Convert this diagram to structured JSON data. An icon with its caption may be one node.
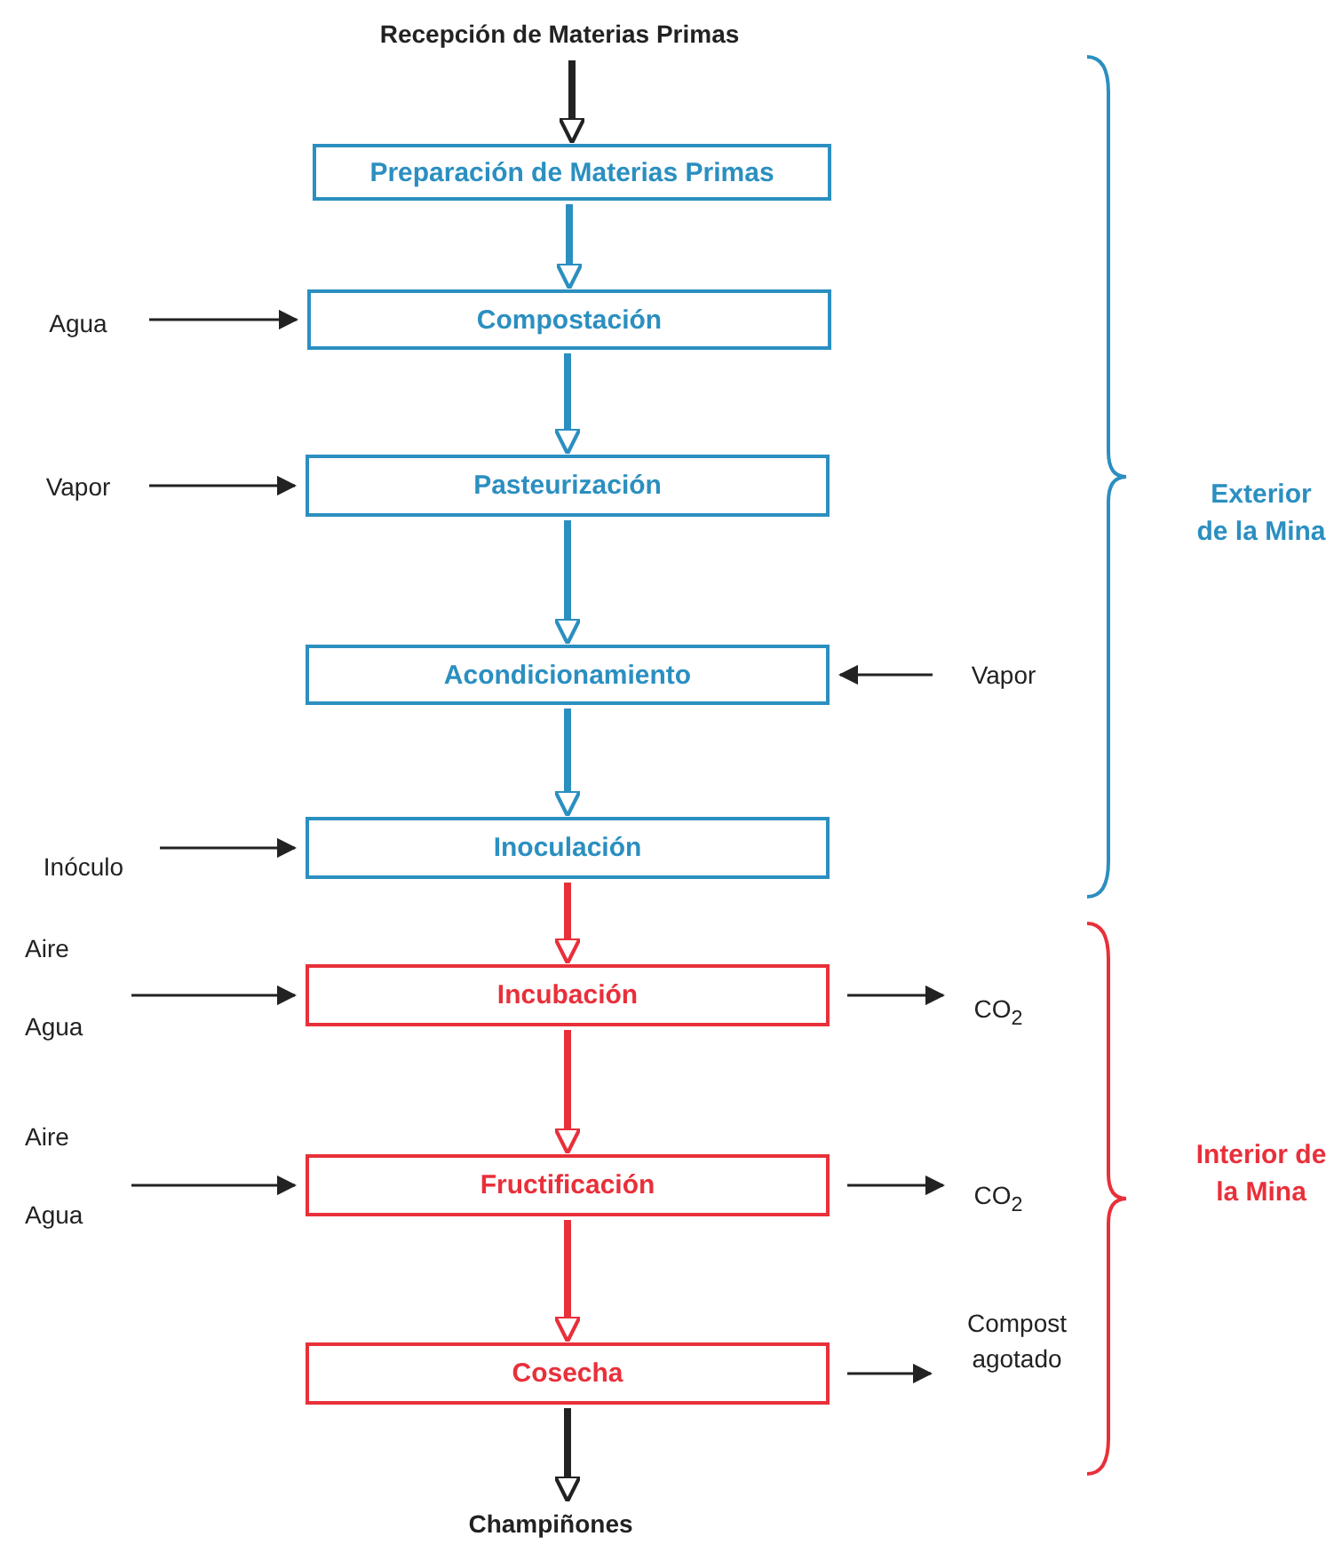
{
  "diagram": {
    "nodes": [
      {
        "text": [
          "Recepción de Materias Primas"
        ]
      },
      {
        "text": [
          "Preparación de Materias Primas"
        ]
      },
      {
        "text": [
          "Compostación"
        ]
      },
      {
        "text": [
          "Pasteurización"
        ]
      },
      {
        "text": [
          "Acondicionamiento"
        ]
      },
      {
        "text": [
          "Inoculación"
        ]
      },
      {
        "text": [
          "Incubación"
        ]
      },
      {
        "text": [
          "Fructificación"
        ]
      },
      {
        "text": [
          "Cosecha"
        ]
      },
      {
        "text": [
          "Champiñones"
        ]
      },
      {
        "text": [
          "Agua"
        ]
      },
      {
        "text": [
          "Vapor"
        ]
      },
      {
        "text": [
          "Vapor"
        ]
      },
      {
        "text": [
          "Inóculo"
        ]
      },
      {
        "text": [
          "Aire",
          "Agua"
        ]
      },
      {
        "text": [
          "CO$_{2}$"
        ]
      },
      {
        "text": [
          "Aire",
          "Agua"
        ]
      },
      {
        "text": [
          "CO$_{2}$"
        ]
      },
      {
        "text": [
          "Compost agotado"
        ]
      }
    ],
    "edges": [
      {
        "from": 0,
        "to": 1,
        "arrow": "to",
        "style": "thick"
      },
      {
        "from": 1,
        "to": 2,
        "arrow": "to",
        "style": "thick",
        "color": "#2b8fc0"
      },
      {
        "from": 2,
        "to": 3,
        "arrow": "to",
        "style": "thick",
        "color": "#2b8fc0"
      },
      {
        "from": 3,
        "to": 4,
        "arrow": "to",
        "style": "thick",
        "color": "#2b8fc0"
      },
      {
        "from": 4,
        "to": 5,
        "arrow": "to",
        "style": "thick",
        "color": "#2b8fc0"
      },
      {
        "from": 5,
        "to": 6,
        "arrow": "to",
        "style": "thick",
        "color": "#e8303a"
      },
      {
        "from": 6,
        "to": 7,
        "arrow": "to",
        "style": "thick",
        "color": "#e8303a"
      },
      {
        "from": 7,
        "to": 8,
        "arrow": "to",
        "style": "thick",
        "color": "#e8303a"
      },
      {
        "from": 8,
        "to": 9,
        "arrow": "to",
        "style": "thick"
      },
      {
        "from": 10,
        "to": 2,
        "arrow": "to"
      },
      {
        "from": 11,
        "to": 3,
        "arrow": "to"
      },
      {
        "from": 12,
        "to": 4,
        "arrow": "to"
      },
      {
        "from": 13,
        "to": 5,
        "arrow": "to"
      },
      {
        "from": 14,
        "to": 6,
        "arrow": "to"
      },
      {
        "from": 6,
        "to": 15,
        "arrow": "to"
      },
      {
        "from": 16,
        "to": 7,
        "arrow": "to"
      },
      {
        "from": 7,
        "to": 17,
        "arrow": "to"
      },
      {
        "from": 8,
        "to": 18,
        "arrow": "to"
      }
    ],
    "labels": [
      "Exterior de la Mina",
      "Interior de la Mina"
    ]
  }
}
